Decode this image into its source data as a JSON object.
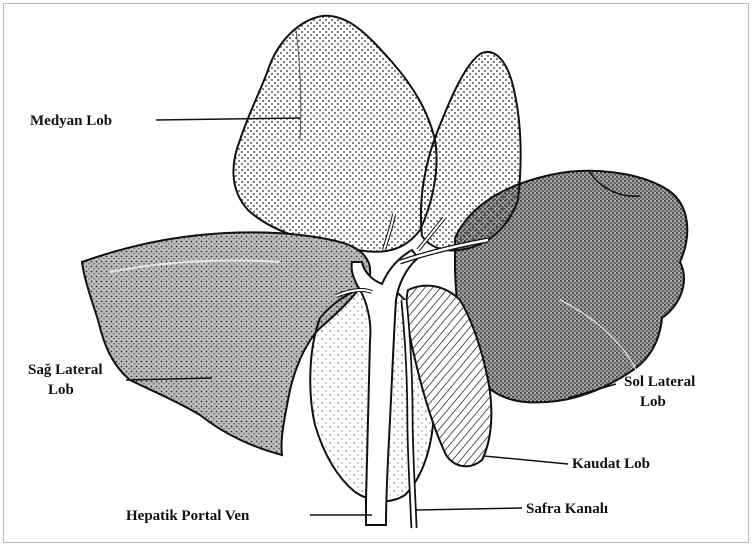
{
  "colors": {
    "ink": "#111111",
    "frame": "#b9b9b9",
    "background": "#ffffff",
    "vessel": "#ffffff",
    "lobe_fill": "#ffffff"
  },
  "labels": {
    "medyan_lob": "Medyan Lob",
    "sag_lateral_lob_line1": "Sağ Lateral",
    "sag_lateral_lob_line2": "Lob",
    "sol_lateral_lob_line1": "Sol Lateral",
    "sol_lateral_lob_line2": "Lob",
    "kaudat_lob": "Kaudat Lob",
    "hepatik_portal_ven": "Hepatik Portal Ven",
    "safra_kanali": "Safra Kanalı"
  }
}
